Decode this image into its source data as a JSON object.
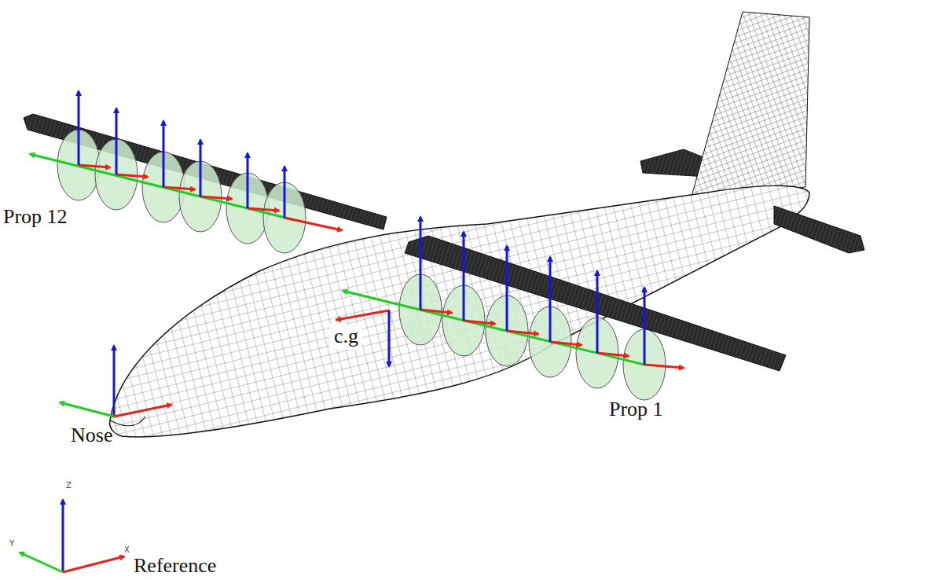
{
  "diagram": {
    "labels": [
      "Prop 12",
      "c.g",
      "Nose",
      "Prop 1",
      "Z",
      "Y",
      "X",
      "Reference"
    ]
  }
}
